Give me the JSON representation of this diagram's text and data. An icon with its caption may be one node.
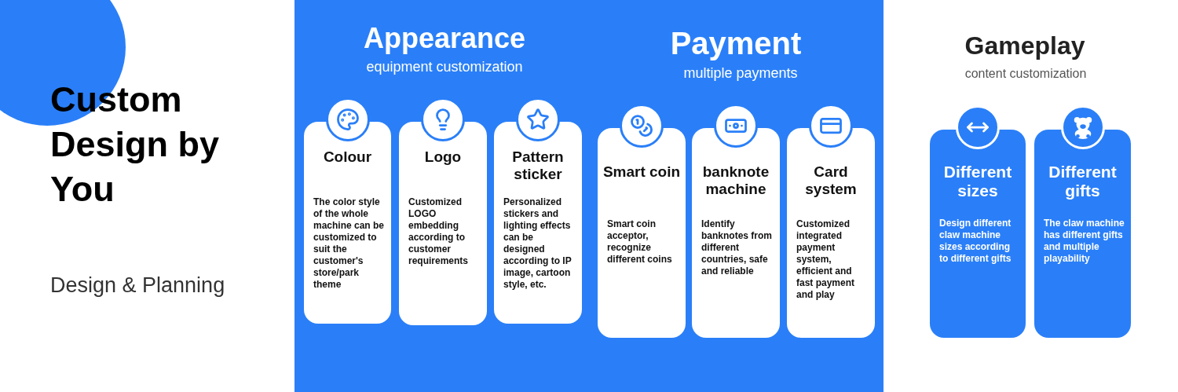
{
  "diagram": {
    "title": "Custom Design by You",
    "nodes": [
      {
        "text": [
          "Appearance",
          "equipment customization",
          "Payment",
          "multiple payments"
        ]
      },
      {
        "text": [
          "Colour",
          "The color style of the whole machine can be customized to suit the customer's store/park theme"
        ],
        "in": 0
      },
      {
        "text": [
          "Logo",
          "Customized LOGO embedding according to customer requirements"
        ],
        "in": 0
      },
      {
        "text": [
          "Pattern sticker",
          "Personalized stickers and lighting effects can be designed according to IP image, cartoon style, etc."
        ],
        "in": 0
      },
      {
        "text": [
          "Smart coin",
          "Smart coin acceptor, recognize different coins"
        ],
        "in": 0
      },
      {
        "text": [
          "banknote machine",
          "Identify banknotes from different countries, safe and reliable"
        ],
        "in": 0
      },
      {
        "text": [
          "Card system",
          "Customized integrated payment system, efficient and fast payment and play"
        ],
        "in": 0
      },
      {
        "text": [
          "Different sizes",
          "Design different claw machine sizes according to different gifts"
        ]
      },
      {
        "text": [
          "Different gifts",
          "The claw machine has different gifts and multiple playability"
        ]
      }
    ],
    "labels": [
      "Design & Planning",
      "Gameplay",
      "content customization"
    ]
  }
}
